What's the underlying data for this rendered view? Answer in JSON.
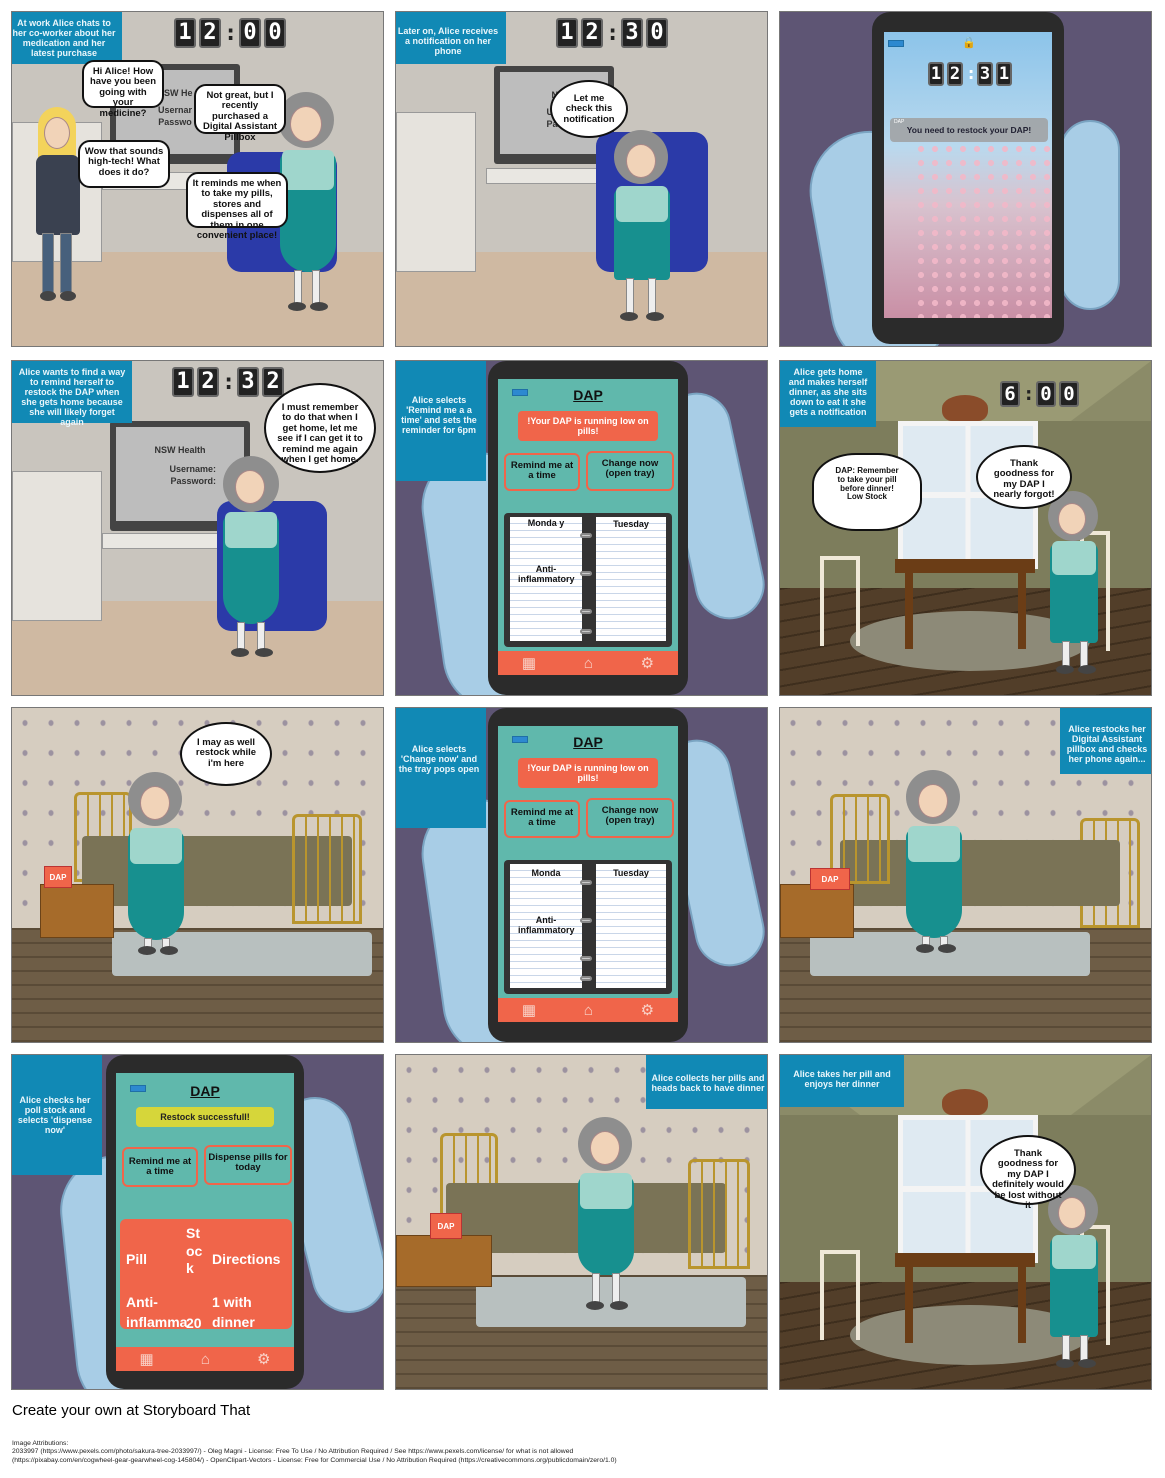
{
  "panels": {
    "p1": {
      "caption": "At work Alice chats to her co-worker about her medication and her latest purchase",
      "clock": [
        "1",
        "2",
        ":",
        "0",
        "0"
      ],
      "screen_text": [
        "NSW He",
        "Usernar",
        "Passwo"
      ],
      "bubble_1": "Hi Alice! How have you been going with your medicine?",
      "bubble_2": "Not great, but I recently purchased a Digital Assistant Pillbox",
      "bubble_3": "Wow that sounds high-tech! What does it do?",
      "bubble_4": "It reminds me when to take my pills, stores and dispenses all of them in one convenient place!"
    },
    "p2": {
      "caption": "Later on, Alice receives a notification on her phone",
      "clock": [
        "1",
        "2",
        ":",
        "3",
        "0"
      ],
      "screen_text": [
        "NS",
        "Us",
        "Passwo"
      ],
      "bubble": "Let me check this notification"
    },
    "p3": {
      "clock": [
        "1",
        "2",
        ":",
        "3",
        "1"
      ],
      "notif_app": "DAP",
      "notif_text": "You need to restock your DAP!"
    },
    "p4": {
      "caption": "Alice wants to find a way to remind herself to restock the DAP when she gets home because she will likely forget again",
      "clock": [
        "1",
        "2",
        ":",
        "3",
        "2"
      ],
      "screen_text": [
        "NSW Health",
        "Username:",
        "Password:"
      ],
      "bubble": "I must remember to do that when I get home, let me see if I can get it to remind me again when I get home."
    },
    "p5": {
      "caption": "Alice selects 'Remind me a a time' and sets the reminder for 6pm",
      "app_title": "DAP",
      "alert": "!Your DAP is running low on pills!",
      "btn_left": "Remind me at a time",
      "btn_right": "Change now (open tray)",
      "day_left": "Monda y",
      "day_right": "Tuesday",
      "pill": "Anti-inflammatory"
    },
    "p6": {
      "caption": "Alice gets home and makes herself dinner, as she sits down to eat it she gets a notification",
      "clock": [
        "6",
        ":",
        "0",
        "0"
      ],
      "burst": "DAP: Remember to take your pill before dinner! Low Stock",
      "bubble": "Thank goodness for my DAP I nearly forgot!"
    },
    "p7": {
      "bubble": "I may as well restock while i'm here",
      "box_label": "DAP"
    },
    "p8": {
      "caption": "Alice selects 'Change now' and the tray pops open",
      "app_title": "DAP",
      "alert": "!Your DAP is running low on pills!",
      "btn_left": "Remind me at a time",
      "btn_right": "Change now (open tray)",
      "day_left": "Monda",
      "day_right": "Tuesday",
      "pill": "Anti-inflammatory"
    },
    "p9": {
      "caption": "Alice restocks her Digital Assistant pillbox and checks her phone again...",
      "box_label": "DAP"
    },
    "p10": {
      "caption": "Alice checks her poll stock and selects 'dispense now'",
      "app_title": "DAP",
      "alert": "Restock successfull!",
      "btn_left": "Remind me at a time",
      "btn_right": "Dispense pills for today",
      "table_headers": [
        "Pill",
        "St oc k",
        "Directions"
      ],
      "table_row": [
        "Anti- inflamma",
        "20",
        "1 with dinner"
      ]
    },
    "p11": {
      "caption": "Alice collects her pills and heads back to have dinner",
      "box_label": "DAP"
    },
    "p12": {
      "caption": "Alice takes her pill and enjoys her dinner",
      "bubble": "Thank goodness for my DAP I definitely would be lost without it"
    }
  },
  "footer": {
    "credit": "Create your own at Storyboard That",
    "attrib_title": "Image Attributions:",
    "attrib_1": "2033997 (https://www.pexels.com/photo/sakura-tree-2033997/) - Oleg Magni - License: Free To Use / No Attribution Required / See https://www.pexels.com/license/ for what is not allowed",
    "attrib_2": "(https://pixabay.com/en/cogwheel-gear-gearwheel-cog-145804/) - OpenClipart-Vectors - License: Free for Commercial Use / No Attribution Required (https://creativecommons.org/publicdomain/zero/1.0)"
  },
  "colors": {
    "caption_bg": "#1189b5",
    "app_teal": "#60b8ac",
    "app_coral": "#f0654a",
    "alert_yellow": "#d6d63a"
  },
  "icons": [
    "calendar-clock-icon",
    "home-icon",
    "gear-icon",
    "battery-icon",
    "lock-icon"
  ]
}
